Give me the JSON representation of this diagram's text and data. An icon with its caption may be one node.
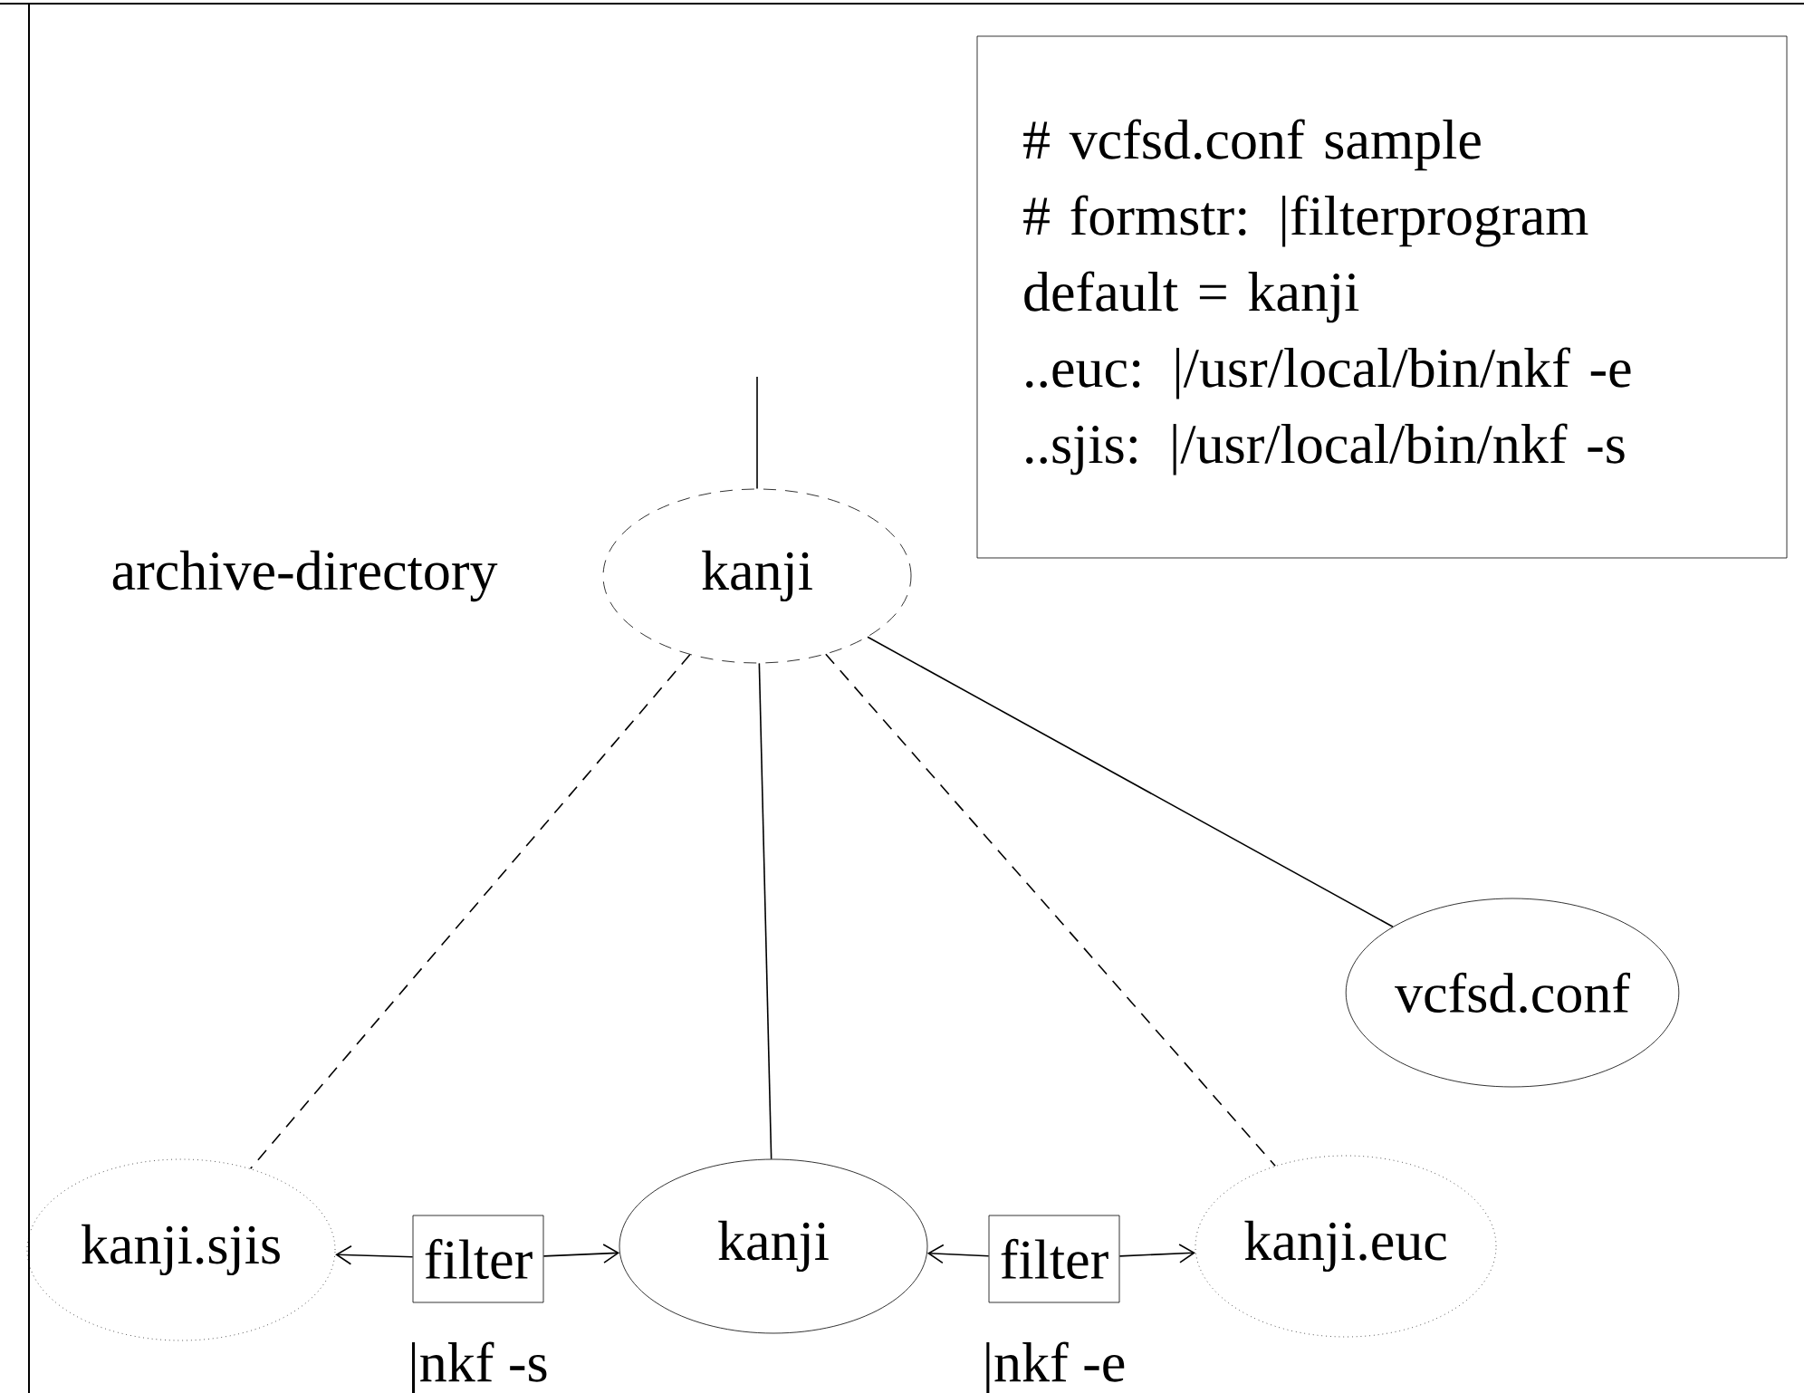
{
  "diagram": {
    "nodes": [
      {
        "text": [
          "# vcfsd.conf sample",
          "# formstr: |filterprogram",
          "default = kanji",
          "..euc: |/usr/local/bin/nkf -e",
          "..sjis: |/usr/local/bin/nkf -s"
        ]
      },
      {
        "text": [
          "kanji"
        ],
        "beside": [
          "archive-directory"
        ]
      },
      {
        "text": [
          "kanji.sjis"
        ]
      },
      {
        "text": [
          "filter"
        ],
        "beside": [
          "|nkf -s"
        ]
      },
      {
        "text": [
          "kanji"
        ]
      },
      {
        "text": [
          "filter"
        ],
        "beside": [
          "|nkf -e"
        ]
      },
      {
        "text": [
          "kanji.euc"
        ]
      },
      {
        "text": [
          "vcfsd.conf"
        ]
      }
    ],
    "edges": [
      {
        "from": null,
        "to": 1,
        "arrow": "none"
      },
      {
        "from": 1,
        "to": 2,
        "arrow": "none",
        "style": "dashed"
      },
      {
        "from": 1,
        "to": 4,
        "arrow": "none"
      },
      {
        "from": 1,
        "to": 6,
        "arrow": "none",
        "style": "dashed"
      },
      {
        "from": 1,
        "to": 7,
        "arrow": "none"
      },
      {
        "from": 3,
        "to": 2,
        "arrow": "to"
      },
      {
        "from": 3,
        "to": 4,
        "arrow": "to"
      },
      {
        "from": 5,
        "to": 4,
        "arrow": "to"
      },
      {
        "from": 5,
        "to": 6,
        "arrow": "to"
      }
    ]
  }
}
